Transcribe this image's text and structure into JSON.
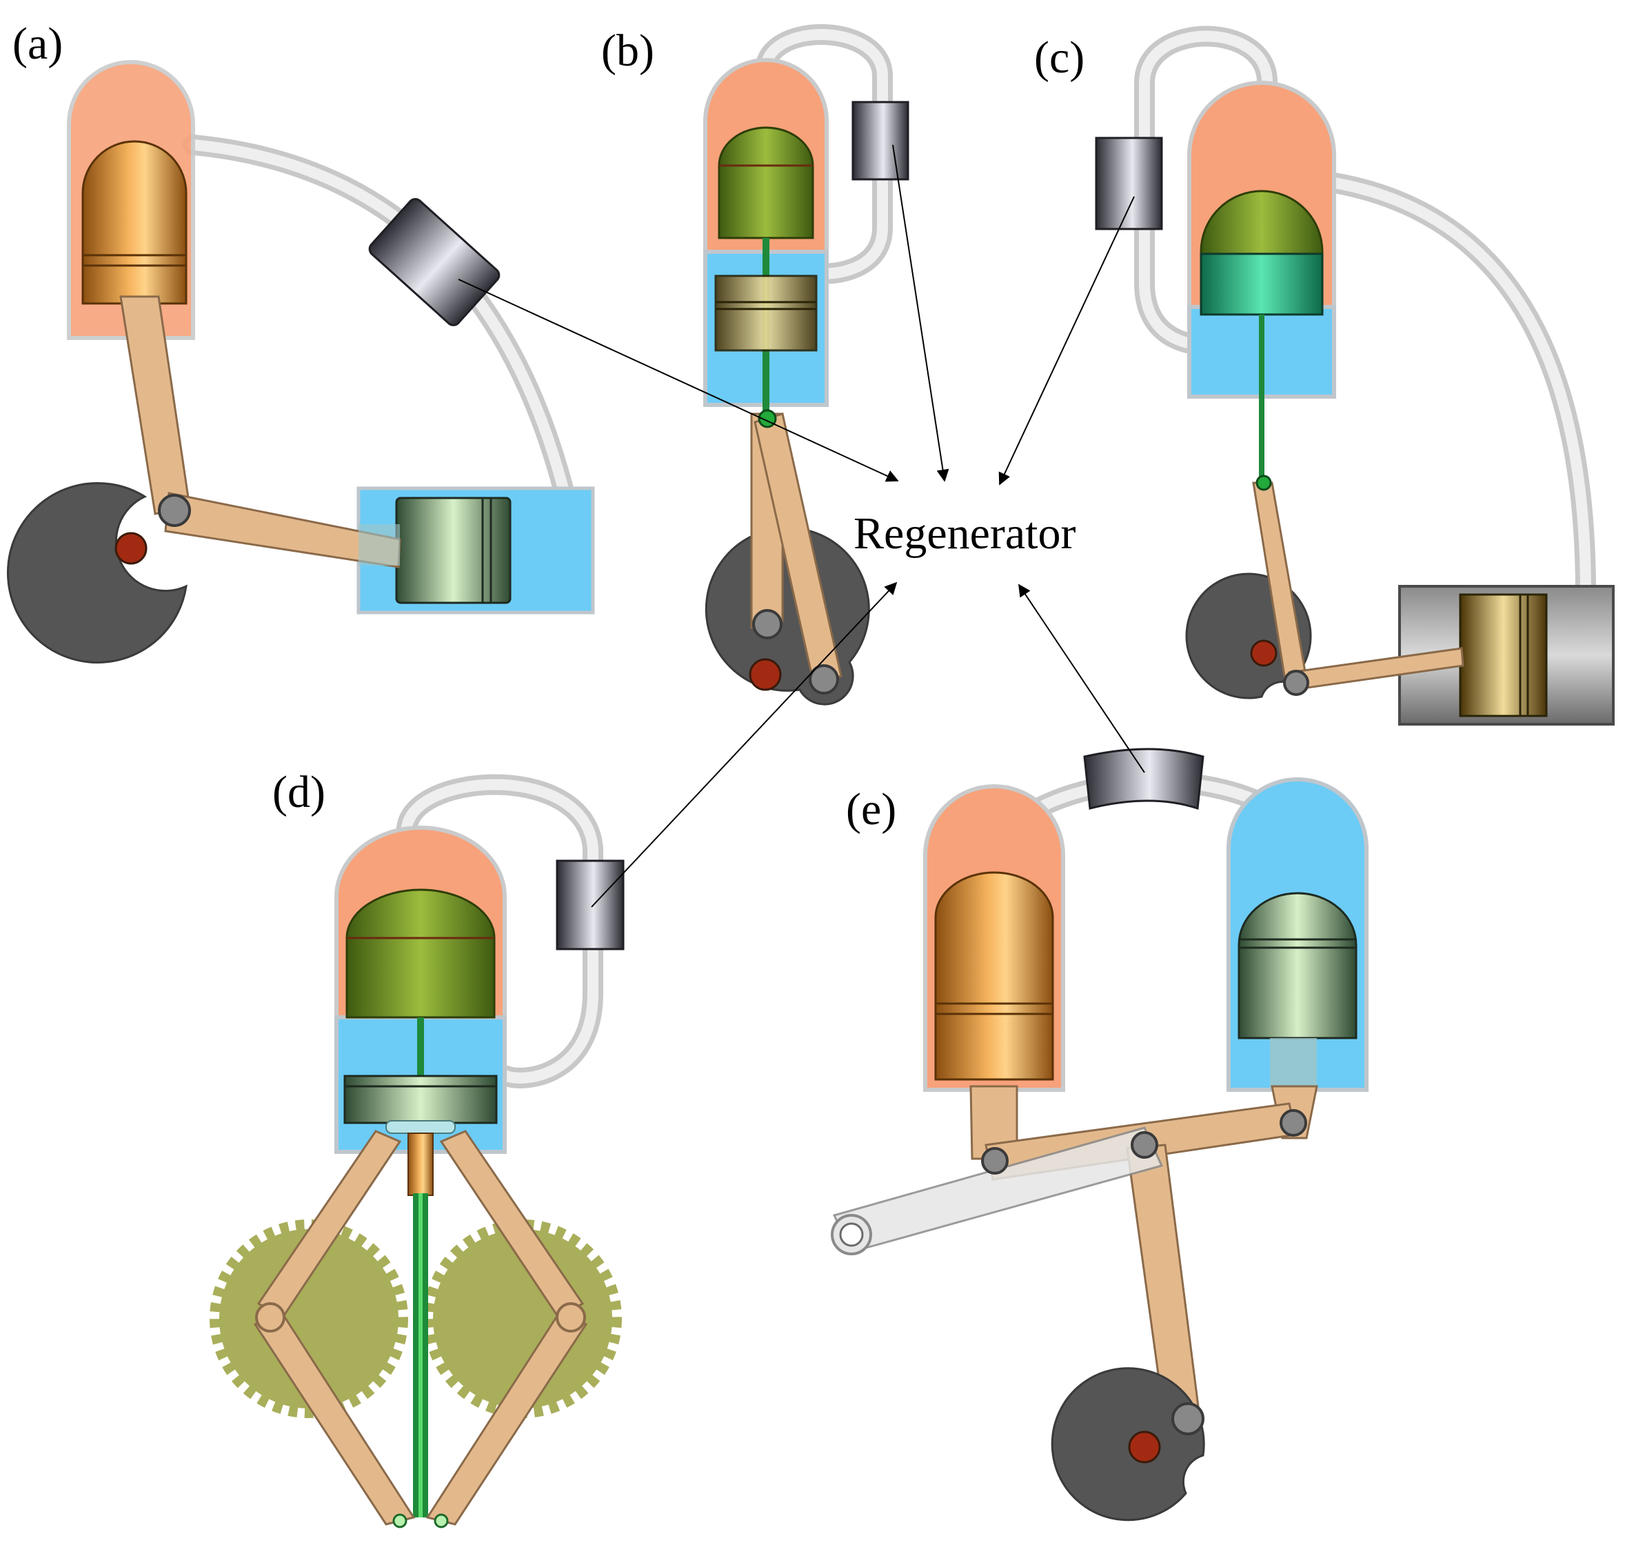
{
  "panels": {
    "a": {
      "label": "(a)"
    },
    "b": {
      "label": "(b)"
    },
    "c": {
      "label": "(c)"
    },
    "d": {
      "label": "(d)"
    },
    "e": {
      "label": "(e)"
    }
  },
  "center": {
    "label": "Regenerator"
  },
  "colors": {
    "hot": "#F7A27A",
    "cold": "#6CCCF6",
    "tube": "#D6D6D6",
    "rod": "#E3B98C",
    "crank": "#555555",
    "shaft": "#A32A12",
    "gear": "#A9AE5A",
    "displacer": "#6A8A1E",
    "brass": "#D98A2A",
    "regenerator": "#3A3A42",
    "line": "#000000"
  }
}
